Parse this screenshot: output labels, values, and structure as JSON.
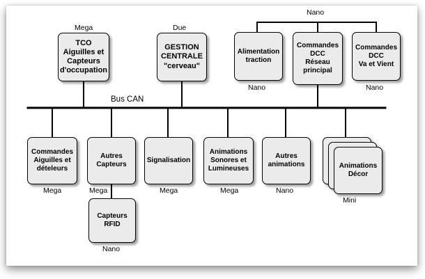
{
  "bus": {
    "label": "Bus CAN"
  },
  "top_group_label": "Nano",
  "nodes": {
    "tco": {
      "text": "TCO\nAiguilles et\nCapteurs\nd'occupation",
      "board": "Mega"
    },
    "gestion": {
      "text": "GESTION\nCENTRALE\n\"cerveau\"",
      "board": "Due"
    },
    "alimentation": {
      "text": "Alimentation\ntraction",
      "board": "Nano"
    },
    "dcc_principal": {
      "text": "Commandes\nDCC\nRéseau\nprincipal",
      "board": ""
    },
    "dcc_vaetvient": {
      "text": "Commandes\nDCC\nVa et Vient",
      "board": "Nano"
    },
    "aiguilles": {
      "text": "Commandes\nAiguilles et\ndételeurs",
      "board": "Mega"
    },
    "capteurs": {
      "text": "Autres\nCapteurs",
      "board": "Mega"
    },
    "signalisation": {
      "text": "Signalisation",
      "board": "Mega"
    },
    "animations_sl": {
      "text": "Animations\nSonores et\nLumineuses",
      "board": "Mega"
    },
    "autres_anim": {
      "text": "Autres\nanimations",
      "board": "Nano"
    },
    "anim_decor": {
      "text": "Animations\nDécor",
      "board": "Mini"
    },
    "rfid": {
      "text": "Capteurs\nRFID",
      "board": "Nano"
    }
  }
}
